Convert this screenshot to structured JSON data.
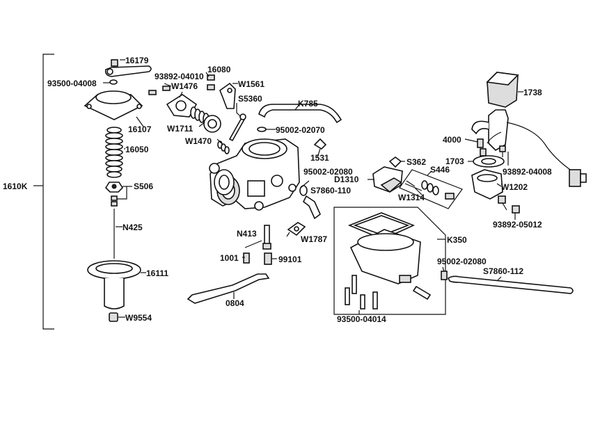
{
  "diagram": {
    "assembly_label": "1610K",
    "callouts": {
      "p16179": "16179",
      "p93500_04008": "93500-04008",
      "p16107": "16107",
      "p16050": "16050",
      "pS506": "S506",
      "pN425": "N425",
      "p16111": "16111",
      "pW9554": "W9554",
      "p93892_04010": "93892-04010",
      "p16080": "16080",
      "pW1476": "W1476",
      "pW1561": "W1561",
      "pS5360": "S5360",
      "pK785": "K785",
      "pW1711": "W1711",
      "p95002_02070": "95002-02070",
      "pW1470": "W1470",
      "p1531": "1531",
      "p95002_02080a": "95002-02080",
      "pS7860_110": "S7860-110",
      "pN413": "N413",
      "pW1787": "W1787",
      "p1001": "1001",
      "p99101": "99101",
      "p0804": "0804",
      "pS362": "S362",
      "pS446": "S446",
      "pD1310": "D1310",
      "pW1314": "W1314",
      "pK350": "K350",
      "p95002_02080b": "95002-02080",
      "pS7860_112": "S7860-112",
      "p93500_04014": "93500-04014",
      "p1738": "1738",
      "p4000": "4000",
      "p1703": "1703",
      "p93892_04008": "93892-04008",
      "pW1202": "W1202",
      "p93892_05012": "93892-05012"
    }
  }
}
